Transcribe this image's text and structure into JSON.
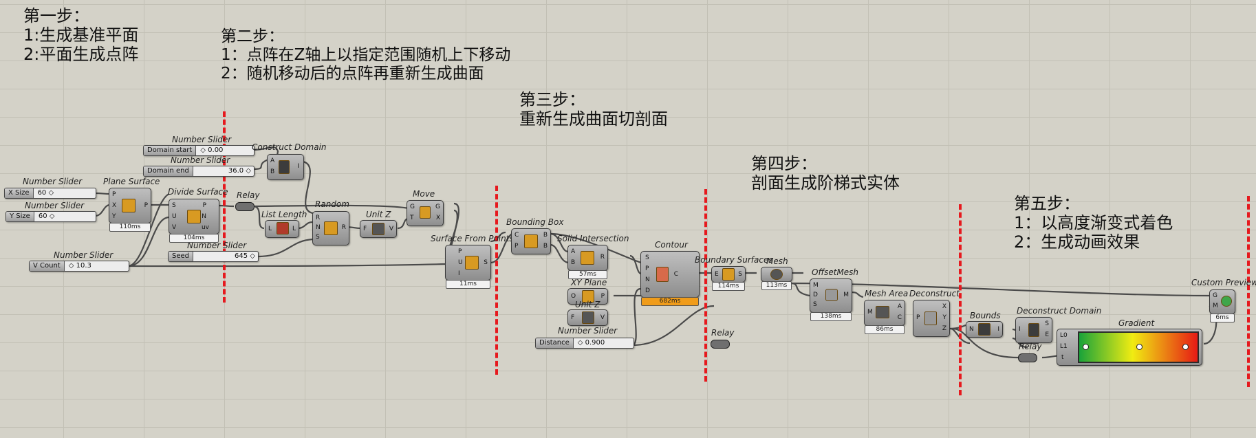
{
  "notes": {
    "step1": {
      "title": "第一步：",
      "l1": "1:生成基准平面",
      "l2": "2:平面生成点阵"
    },
    "step2": {
      "title": "第二步：",
      "l1": "1：点阵在Z轴上以指定范围随机上下移动",
      "l2": "2：随机移动后的点阵再重新生成曲面"
    },
    "step3": {
      "title": "第三步：",
      "l1": "重新生成曲面切剖面"
    },
    "step4": {
      "title": "第四步：",
      "l1": "剖面生成阶梯式实体"
    },
    "step5": {
      "title": "第五步：",
      "l1": "1：以高度渐变式着色",
      "l2": "2：生成动画效果"
    }
  },
  "sliders": {
    "x_size": {
      "caption": "Number Slider",
      "label": "X Size",
      "value": "60 ◇"
    },
    "y_size": {
      "caption": "Number Slider",
      "label": "Y Size",
      "value": "60 ◇"
    },
    "v_count": {
      "caption": "Number Slider",
      "label": "V Count",
      "value": "◇ 10.3"
    },
    "domain_start": {
      "caption": "Number Slider",
      "label": "Domain start",
      "value": "◇ 0.00"
    },
    "domain_end": {
      "caption": "Number Slider",
      "label": "Domain end",
      "value": "36.0 ◇"
    },
    "seed": {
      "caption": "Number Slider",
      "label": "Seed",
      "value": "645 ◇"
    },
    "distance": {
      "caption": "Number Slider",
      "label": "Distance",
      "value": "◇ 0.900"
    }
  },
  "components": {
    "plane_surface": {
      "title": "Plane Surface",
      "in": [
        "P",
        "X",
        "Y"
      ],
      "out": [
        "P"
      ],
      "time": "110ms"
    },
    "divide_surface": {
      "title": "Divide Surface",
      "in": [
        "S",
        "U",
        "V"
      ],
      "out": [
        "P",
        "N",
        "uv"
      ],
      "time": "104ms"
    },
    "relay1": {
      "title": "Relay"
    },
    "construct_domain": {
      "title": "Construct Domain",
      "in": [
        "A",
        "B"
      ],
      "out": [
        "I"
      ]
    },
    "list_length": {
      "title": "List Length",
      "in": [
        "L"
      ],
      "out": [
        "L"
      ]
    },
    "random": {
      "title": "Random",
      "in": [
        "R",
        "N",
        "S"
      ],
      "out": [
        "R"
      ]
    },
    "unit_z1": {
      "title": "Unit Z",
      "in": [
        "F"
      ],
      "out": [
        "V"
      ]
    },
    "move": {
      "title": "Move",
      "in": [
        "G",
        "T"
      ],
      "out": [
        "G",
        "X"
      ]
    },
    "surface_from_points": {
      "title": "Surface From Points",
      "in": [
        "P",
        "U",
        "I"
      ],
      "out": [
        "S"
      ],
      "time": "11ms"
    },
    "bounding_box": {
      "title": "Bounding Box",
      "in": [
        "C",
        "P"
      ],
      "out": [
        "B",
        "B"
      ]
    },
    "solid_intersection": {
      "title": "Solid Intersection",
      "in": [
        "A",
        "B"
      ],
      "out": [
        "R"
      ],
      "time": "57ms"
    },
    "xy_plane": {
      "title": "XY Plane",
      "in": [
        "O"
      ],
      "out": [
        "P"
      ]
    },
    "unit_z2": {
      "title": "Unit Z",
      "in": [
        "F"
      ],
      "out": [
        "V"
      ]
    },
    "contour": {
      "title": "Contour",
      "in": [
        "S",
        "P",
        "N",
        "D"
      ],
      "out": [
        "C"
      ],
      "time": "682ms"
    },
    "boundary_surfaces": {
      "title": "Boundary Surfaces",
      "in": [
        "E"
      ],
      "out": [
        "S"
      ],
      "time": "114ms"
    },
    "mesh": {
      "title": "Mesh",
      "time": "113ms"
    },
    "offset_mesh": {
      "title": "OffsetMesh",
      "in": [
        "M",
        "D",
        "S"
      ],
      "out": [
        "M"
      ],
      "time": "138ms"
    },
    "mesh_area": {
      "title": "Mesh Area",
      "in": [
        "M"
      ],
      "out": [
        "A",
        "C"
      ],
      "time": "86ms"
    },
    "deconstruct": {
      "title": "Deconstruct",
      "in": [
        "P"
      ],
      "out": [
        "X",
        "Y",
        "Z"
      ]
    },
    "relay2": {
      "title": "Relay"
    },
    "bounds": {
      "title": "Bounds",
      "in": [
        "N"
      ],
      "out": [
        "I"
      ]
    },
    "deconstruct_domain": {
      "title": "Deconstruct Domain",
      "in": [
        "I"
      ],
      "out": [
        "S",
        "E"
      ]
    },
    "relay3": {
      "title": "Relay"
    },
    "gradient": {
      "title": "Gradient",
      "in": [
        "L0",
        "L1",
        "t"
      ]
    },
    "custom_preview": {
      "title": "Custom Preview",
      "in": [
        "G",
        "M"
      ],
      "time": "6ms"
    }
  },
  "colors": {
    "canvas": "#d4d2c8",
    "divider": "#e6191e",
    "component": "#a8a8a8",
    "warn": "#f09c1a",
    "gradient": [
      "#1aa33a",
      "#f0ec12",
      "#e61a15"
    ]
  }
}
